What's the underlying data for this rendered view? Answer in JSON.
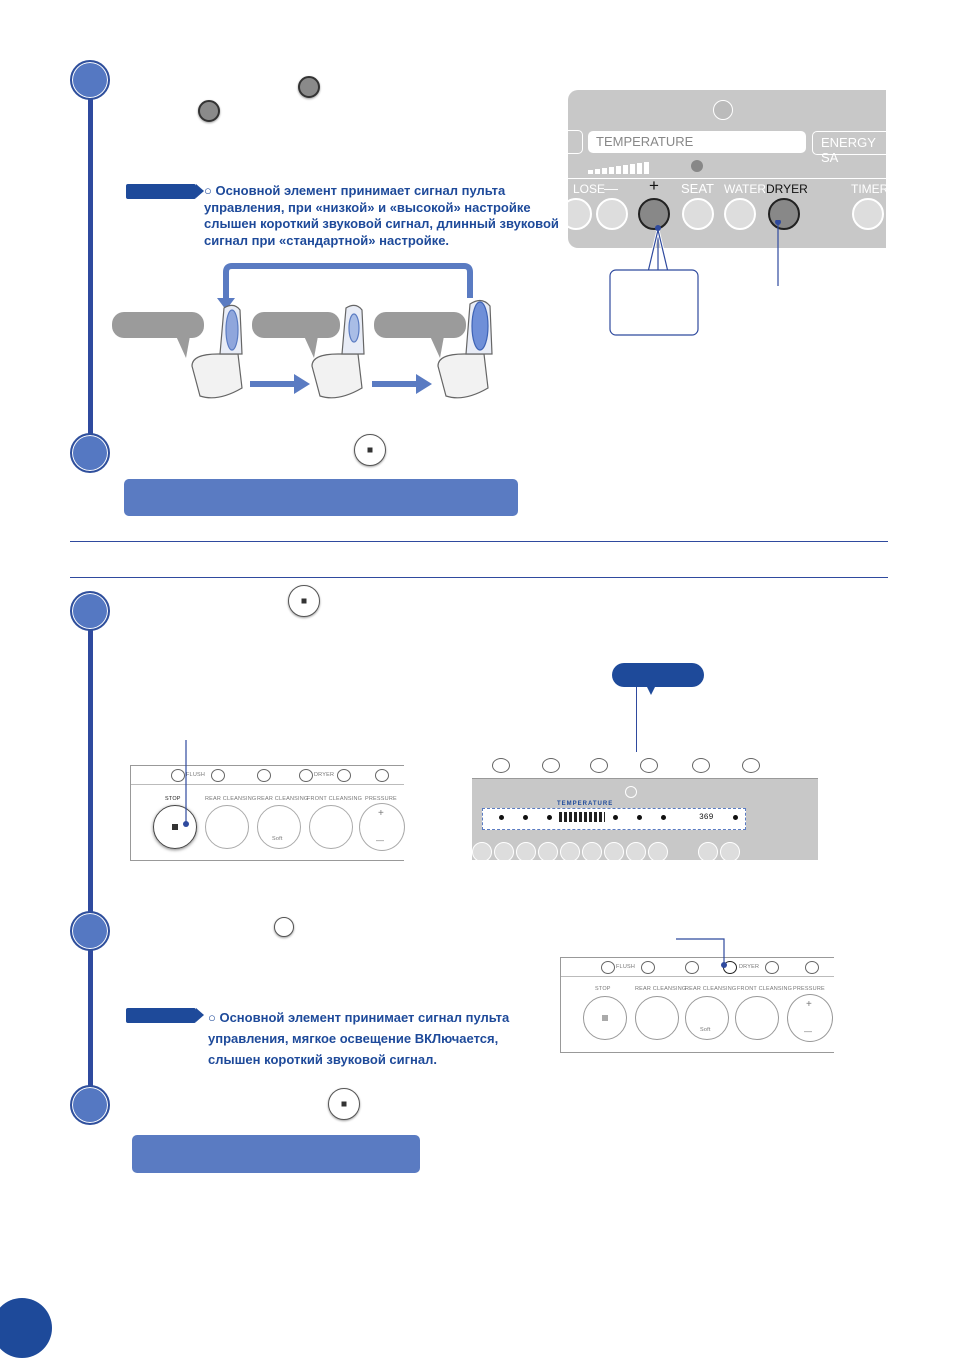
{
  "notes": {
    "note1": "○ Основной элемент принимает сигнал пульта управления, при «низкой» и «высокой» настройке слышен короткий звуковой сигнал, длинный звуковой сигнал при «стандартной» настройке.",
    "note2": "○ Основной элемент принимает сигнал пульта управления, мягкое освещение ВКЛючается, слышен короткий звуковой сигнал."
  },
  "top_panel": {
    "tab_temperature": "TEMPERATURE",
    "tab_energy": "ENERGY SA",
    "tab_left": "LOSE",
    "btn_minus": "—",
    "btn_plus": "+",
    "btn_seat": "SEAT",
    "btn_water": "WATER",
    "btn_dryer": "DRYER",
    "btn_timer": "TIMER"
  },
  "remote": {
    "stop": "STOP",
    "rear1": "REAR CLEANSING",
    "rear2": "REAR CLEANSING",
    "front": "FRONT CLEANSING",
    "pressure": "PRESSURE",
    "soft": "Soft",
    "flush": "FLUSH",
    "flush2": "FLUSH",
    "dryer": "DRYER",
    "plus": "+",
    "minus": "—"
  },
  "display": {
    "readout": "369",
    "temperature": "TEMPERATURE"
  },
  "colors": {
    "accent": "#2f4a9e",
    "bar": "#5a7bc2",
    "note": "#1e4a9a"
  }
}
